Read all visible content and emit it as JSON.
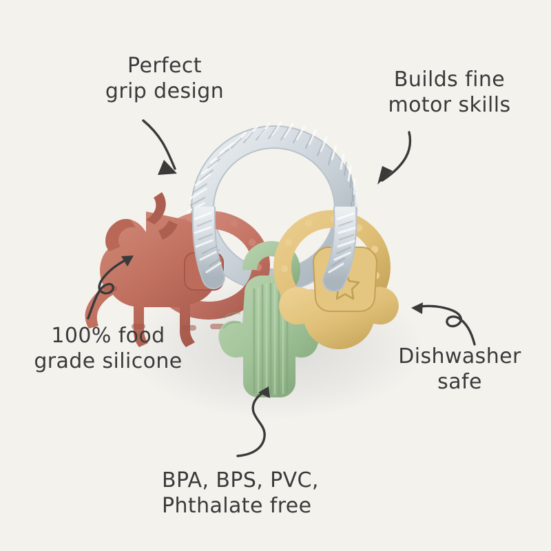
{
  "page": {
    "type": "product-infographic",
    "background_color": "#F4F2ED",
    "text_color": "#3A3A3A",
    "product_name": "western silicone teether ring"
  },
  "callouts": [
    {
      "id": "perfect-grip",
      "text": "Perfect\ngrip design",
      "position": "top-left"
    },
    {
      "id": "motor-skills",
      "text": "Builds fine\nmotor skills",
      "position": "top-right"
    },
    {
      "id": "food-grade",
      "text": "100% food\ngrade silicone",
      "position": "mid-left"
    },
    {
      "id": "dishwasher",
      "text": "Dishwasher\nsafe",
      "position": "mid-right"
    },
    {
      "id": "bpa-free",
      "text": "BPA, BPS, PVC,\nPhthalate free",
      "position": "bottom-center"
    }
  ],
  "product": {
    "main_ring": {
      "name": "twisted-rope-ring",
      "color": "#CBD3D9",
      "highlight": "#E7ECEF",
      "shadow": "#A8B3BC"
    },
    "charms": [
      {
        "name": "horse-charm",
        "color": "#C1705F",
        "ring_color": "#C87A68",
        "shade": "#A4574A"
      },
      {
        "name": "cactus-charm",
        "color": "#A3C49A",
        "ring_color": "#A3C49A",
        "shade": "#7EA377"
      },
      {
        "name": "cowboy-hat-charm",
        "color": "#E0C078",
        "ring_color": "#E0C078",
        "shade": "#C2A055"
      }
    ]
  },
  "arrows": [
    {
      "id": "arrow-perfect-grip",
      "style": "plain-curve",
      "direction": "down-right"
    },
    {
      "id": "arrow-motor-skills",
      "style": "plain-curve",
      "direction": "down-left"
    },
    {
      "id": "arrow-food-grade",
      "style": "looped-curve",
      "direction": "up-right"
    },
    {
      "id": "arrow-dishwasher",
      "style": "looped-curve",
      "direction": "up-left"
    },
    {
      "id": "arrow-bpa-free",
      "style": "s-curve",
      "direction": "up"
    }
  ]
}
